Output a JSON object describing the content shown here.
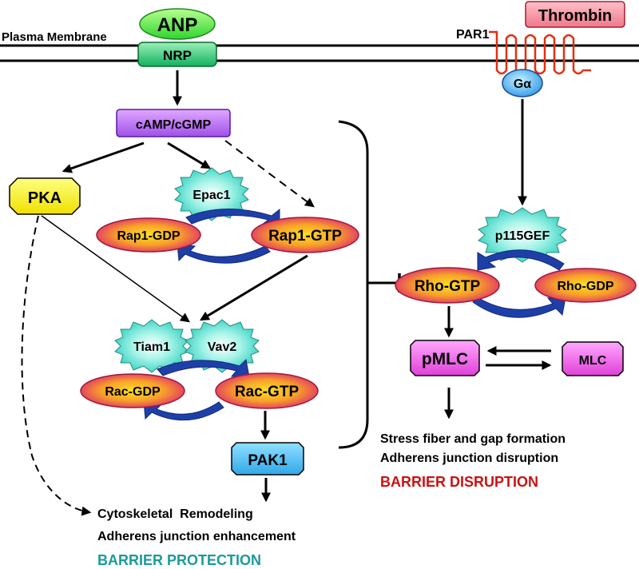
{
  "membrane": {
    "label": "Plasma Membrane"
  },
  "nodes": {
    "anp": "ANP",
    "nrp": "NRP",
    "thrombin": "Thrombin",
    "par1": "PAR1",
    "galpha": "Gα",
    "camp_cgmp": "cAMP/cGMP",
    "pka": "PKA",
    "epac1": "Epac1",
    "rap1_gdp": "Rap1-GDP",
    "rap1_gtp": "Rap1-GTP",
    "tiam1": "Tiam1",
    "vav2": "Vav2",
    "rac_gdp": "Rac-GDP",
    "rac_gtp": "Rac-GTP",
    "pak1": "PAK1",
    "p115gef": "p115GEF",
    "rho_gtp": "Rho-GTP",
    "rho_gdp": "Rho-GDP",
    "pmlc": "pMLC",
    "mlc": "MLC"
  },
  "outcomes": {
    "protection_line1": "Cytoskeletal  Remodeling",
    "protection_line2": "Adherens junction enhancement",
    "protection_title": "BARRIER PROTECTION",
    "disruption_line1": "Stress fiber and gap formation",
    "disruption_line2": "Adherens junction disruption",
    "disruption_title": "BARRIER DISRUPTION"
  },
  "colors": {
    "protection_title": "#1a9a9a",
    "disruption_title": "#cc1111",
    "par1_receptor": "#e03010",
    "cycle_arrow": "#1f3fa8"
  }
}
